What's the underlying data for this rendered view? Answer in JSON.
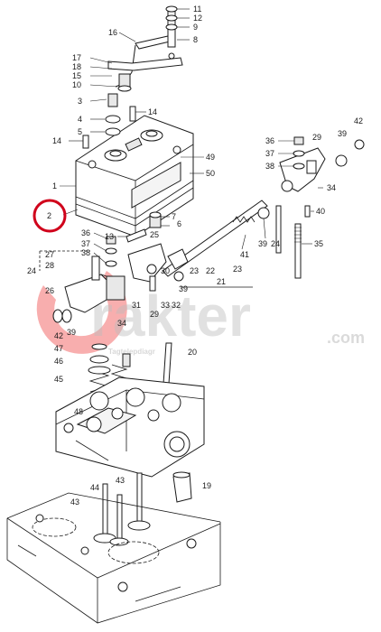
{
  "watermark": {
    "brand_main": "rakter",
    "brand_suffix": ".com",
    "tagline": "Tagtelepdiagr"
  },
  "colors": {
    "line": "#1a1a1a",
    "highlight": "#d0021b",
    "watermark": "#bdbdbd",
    "watermark_mark": "#f26b6b"
  },
  "highlighted_callout": "2",
  "callouts": [
    {
      "id": "c11",
      "text": "11"
    },
    {
      "id": "c12",
      "text": "12"
    },
    {
      "id": "c9",
      "text": "9"
    },
    {
      "id": "c8",
      "text": "8"
    },
    {
      "id": "c16",
      "text": "16"
    },
    {
      "id": "c17",
      "text": "17"
    },
    {
      "id": "c18",
      "text": "18"
    },
    {
      "id": "c15",
      "text": "15"
    },
    {
      "id": "c10",
      "text": "10"
    },
    {
      "id": "c3",
      "text": "3"
    },
    {
      "id": "c14a",
      "text": "14"
    },
    {
      "id": "c4",
      "text": "4"
    },
    {
      "id": "c5",
      "text": "5"
    },
    {
      "id": "c14b",
      "text": "14"
    },
    {
      "id": "c49",
      "text": "49"
    },
    {
      "id": "c50",
      "text": "50"
    },
    {
      "id": "c1",
      "text": "1"
    },
    {
      "id": "c2",
      "text": "2"
    },
    {
      "id": "c36a",
      "text": "36"
    },
    {
      "id": "c29a",
      "text": "29"
    },
    {
      "id": "c39a",
      "text": "39"
    },
    {
      "id": "c42a",
      "text": "42"
    },
    {
      "id": "c37a",
      "text": "37"
    },
    {
      "id": "c38a",
      "text": "38"
    },
    {
      "id": "c34a",
      "text": "34"
    },
    {
      "id": "c7",
      "text": "7"
    },
    {
      "id": "c6",
      "text": "6"
    },
    {
      "id": "c40",
      "text": "40"
    },
    {
      "id": "c13",
      "text": "13"
    },
    {
      "id": "c41",
      "text": "41"
    },
    {
      "id": "c39b",
      "text": "39"
    },
    {
      "id": "c24a",
      "text": "24"
    },
    {
      "id": "c35",
      "text": "35"
    },
    {
      "id": "c36b",
      "text": "36"
    },
    {
      "id": "c37b",
      "text": "37"
    },
    {
      "id": "c38b",
      "text": "38"
    },
    {
      "id": "c27",
      "text": "27"
    },
    {
      "id": "c28",
      "text": "28"
    },
    {
      "id": "c24b",
      "text": "24"
    },
    {
      "id": "c25",
      "text": "25"
    },
    {
      "id": "c23a",
      "text": "23"
    },
    {
      "id": "c22",
      "text": "22"
    },
    {
      "id": "c23b",
      "text": "23"
    },
    {
      "id": "c21",
      "text": "21"
    },
    {
      "id": "c26",
      "text": "26"
    },
    {
      "id": "c39c",
      "text": "39"
    },
    {
      "id": "c42b",
      "text": "42"
    },
    {
      "id": "c30",
      "text": "30"
    },
    {
      "id": "c39d",
      "text": "39"
    },
    {
      "id": "c31",
      "text": "31"
    },
    {
      "id": "c29b",
      "text": "29"
    },
    {
      "id": "c33",
      "text": "33"
    },
    {
      "id": "c32",
      "text": "32"
    },
    {
      "id": "c34b",
      "text": "34"
    },
    {
      "id": "c47",
      "text": "47"
    },
    {
      "id": "c20",
      "text": "20"
    },
    {
      "id": "c46",
      "text": "46"
    },
    {
      "id": "c45",
      "text": "45"
    },
    {
      "id": "c48",
      "text": "48"
    },
    {
      "id": "c19",
      "text": "19"
    },
    {
      "id": "c44",
      "text": "44"
    },
    {
      "id": "c43a",
      "text": "43"
    },
    {
      "id": "c43b",
      "text": "43"
    }
  ]
}
